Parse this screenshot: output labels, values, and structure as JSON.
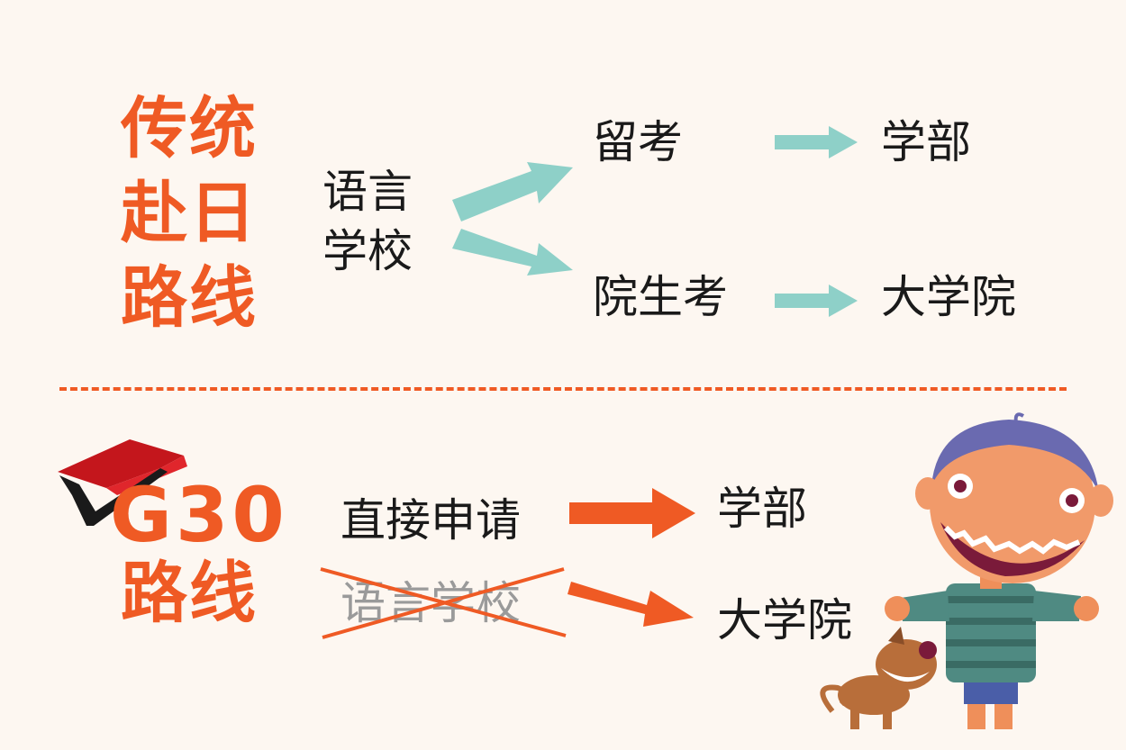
{
  "traditional": {
    "title_lines": [
      "传统",
      "赴日",
      "路线"
    ],
    "start": [
      "语言",
      "学校"
    ],
    "upper_exam": "留考",
    "upper_result": "学部",
    "lower_exam": "院生考",
    "lower_result": "大学院"
  },
  "g30": {
    "logo_text": "G30",
    "title_line": "路线",
    "direct_apply": "直接申请",
    "struck_option": "语言学校",
    "upper_result": "学部",
    "lower_result": "大学院"
  },
  "colors": {
    "accent": "#ef5a24",
    "teal_arrow": "#8ed0c8",
    "text": "#1a1a1a",
    "cap_red": "#c4161c",
    "background": "#fdf7f1"
  },
  "icons": [
    "graduation-cap-icon",
    "boy-illustration",
    "dog-illustration"
  ]
}
